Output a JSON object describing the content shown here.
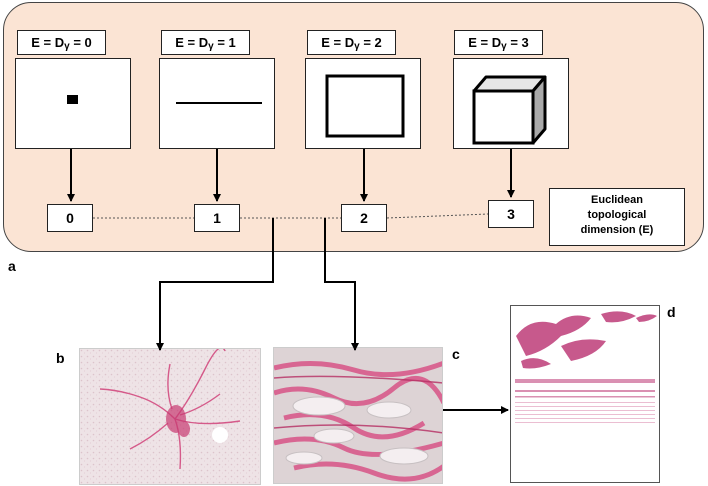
{
  "dimensions": [
    {
      "eq": "E = D",
      "sub": "γ",
      "value": "= 0",
      "number": "0",
      "shape": "point"
    },
    {
      "eq": "E = D",
      "sub": "γ",
      "value": "= 1",
      "number": "1",
      "shape": "line"
    },
    {
      "eq": "E = D",
      "sub": "γ",
      "value": "= 2",
      "number": "2",
      "shape": "square"
    },
    {
      "eq": "E = D",
      "sub": "γ",
      "value": "= 3",
      "number": "3",
      "shape": "cube"
    }
  ],
  "legend": {
    "line1": "Euclidean",
    "line2": "topological",
    "line3": "dimension (E)"
  },
  "panel_labels": {
    "a": "a",
    "b": "b",
    "c": "c",
    "d": "d"
  },
  "colors": {
    "panel_a_bg": "#fbe4d4",
    "border": "#222222",
    "stain_pink": "#d9608d",
    "tissue_bg": "#efe4e6"
  }
}
